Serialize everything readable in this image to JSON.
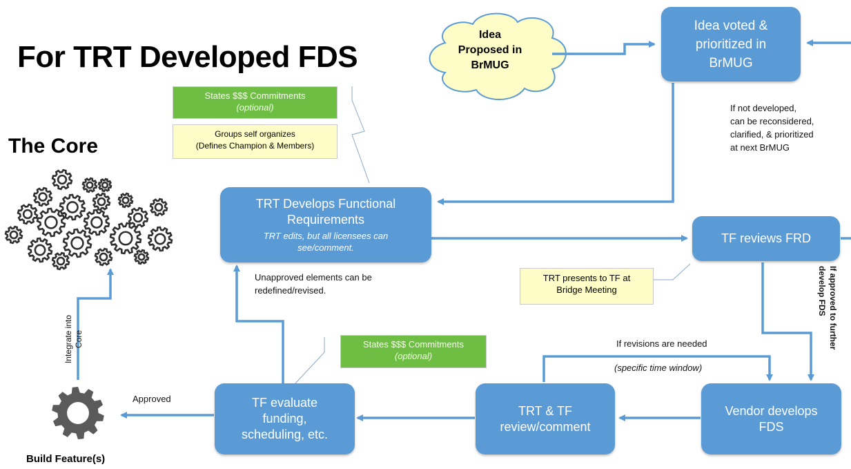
{
  "title": "For TRT Developed FDS",
  "core_label": "The Core",
  "build_label": "Build Feature(s)",
  "icons": {
    "core": "gears-cluster-icon",
    "build": "gear-icon"
  },
  "colors": {
    "box": "#5b9bd5",
    "arrow": "#5b9bd5",
    "green_note": "#6fbe44",
    "yellow_note": "#fffdc7"
  },
  "cloud": {
    "lines": [
      "Idea",
      "Proposed in",
      "BrMUG"
    ]
  },
  "boxes": {
    "idea_voted": {
      "lines": [
        "Idea voted &",
        "prioritized in",
        "BrMUG"
      ]
    },
    "trt_develops": {
      "lines": [
        "TRT Develops Functional",
        "Requirements"
      ],
      "sub_lines": [
        "TRT edits, but all licensees can",
        "see/comment."
      ]
    },
    "tf_reviews": {
      "lines": [
        "TF reviews FRD"
      ]
    },
    "vendor": {
      "lines": [
        "Vendor develops",
        "FDS"
      ]
    },
    "trt_tf_review": {
      "lines": [
        "TRT & TF",
        "review/comment"
      ]
    },
    "tf_evaluate": {
      "lines": [
        "TF evaluate",
        "funding,",
        "scheduling, etc."
      ]
    }
  },
  "notes": {
    "states_top": {
      "line1": "States $$$ Commitments",
      "line2": "(optional)"
    },
    "groups": {
      "line1": "Groups self organizes",
      "line2": "(Defines Champion & Members)"
    },
    "trt_presents": {
      "line1": "TRT presents to TF at",
      "line2": "Bridge Meeting"
    },
    "states_bottom": {
      "line1": "States $$$ Commitments",
      "line2": "(optional)"
    }
  },
  "labels": {
    "not_developed": [
      "If not developed,",
      "can be reconsidered,",
      "clarified, & prioritized",
      "at next BrMUG"
    ],
    "unapproved": [
      "Unapproved elements can be",
      "redefined/revised."
    ],
    "revisions": "If revisions are needed",
    "time_window": "(specific time window)",
    "approved_further": [
      "If approved to further",
      "develop FDS"
    ],
    "approved": "Approved",
    "integrate": [
      "Integrate into",
      "Core"
    ]
  }
}
